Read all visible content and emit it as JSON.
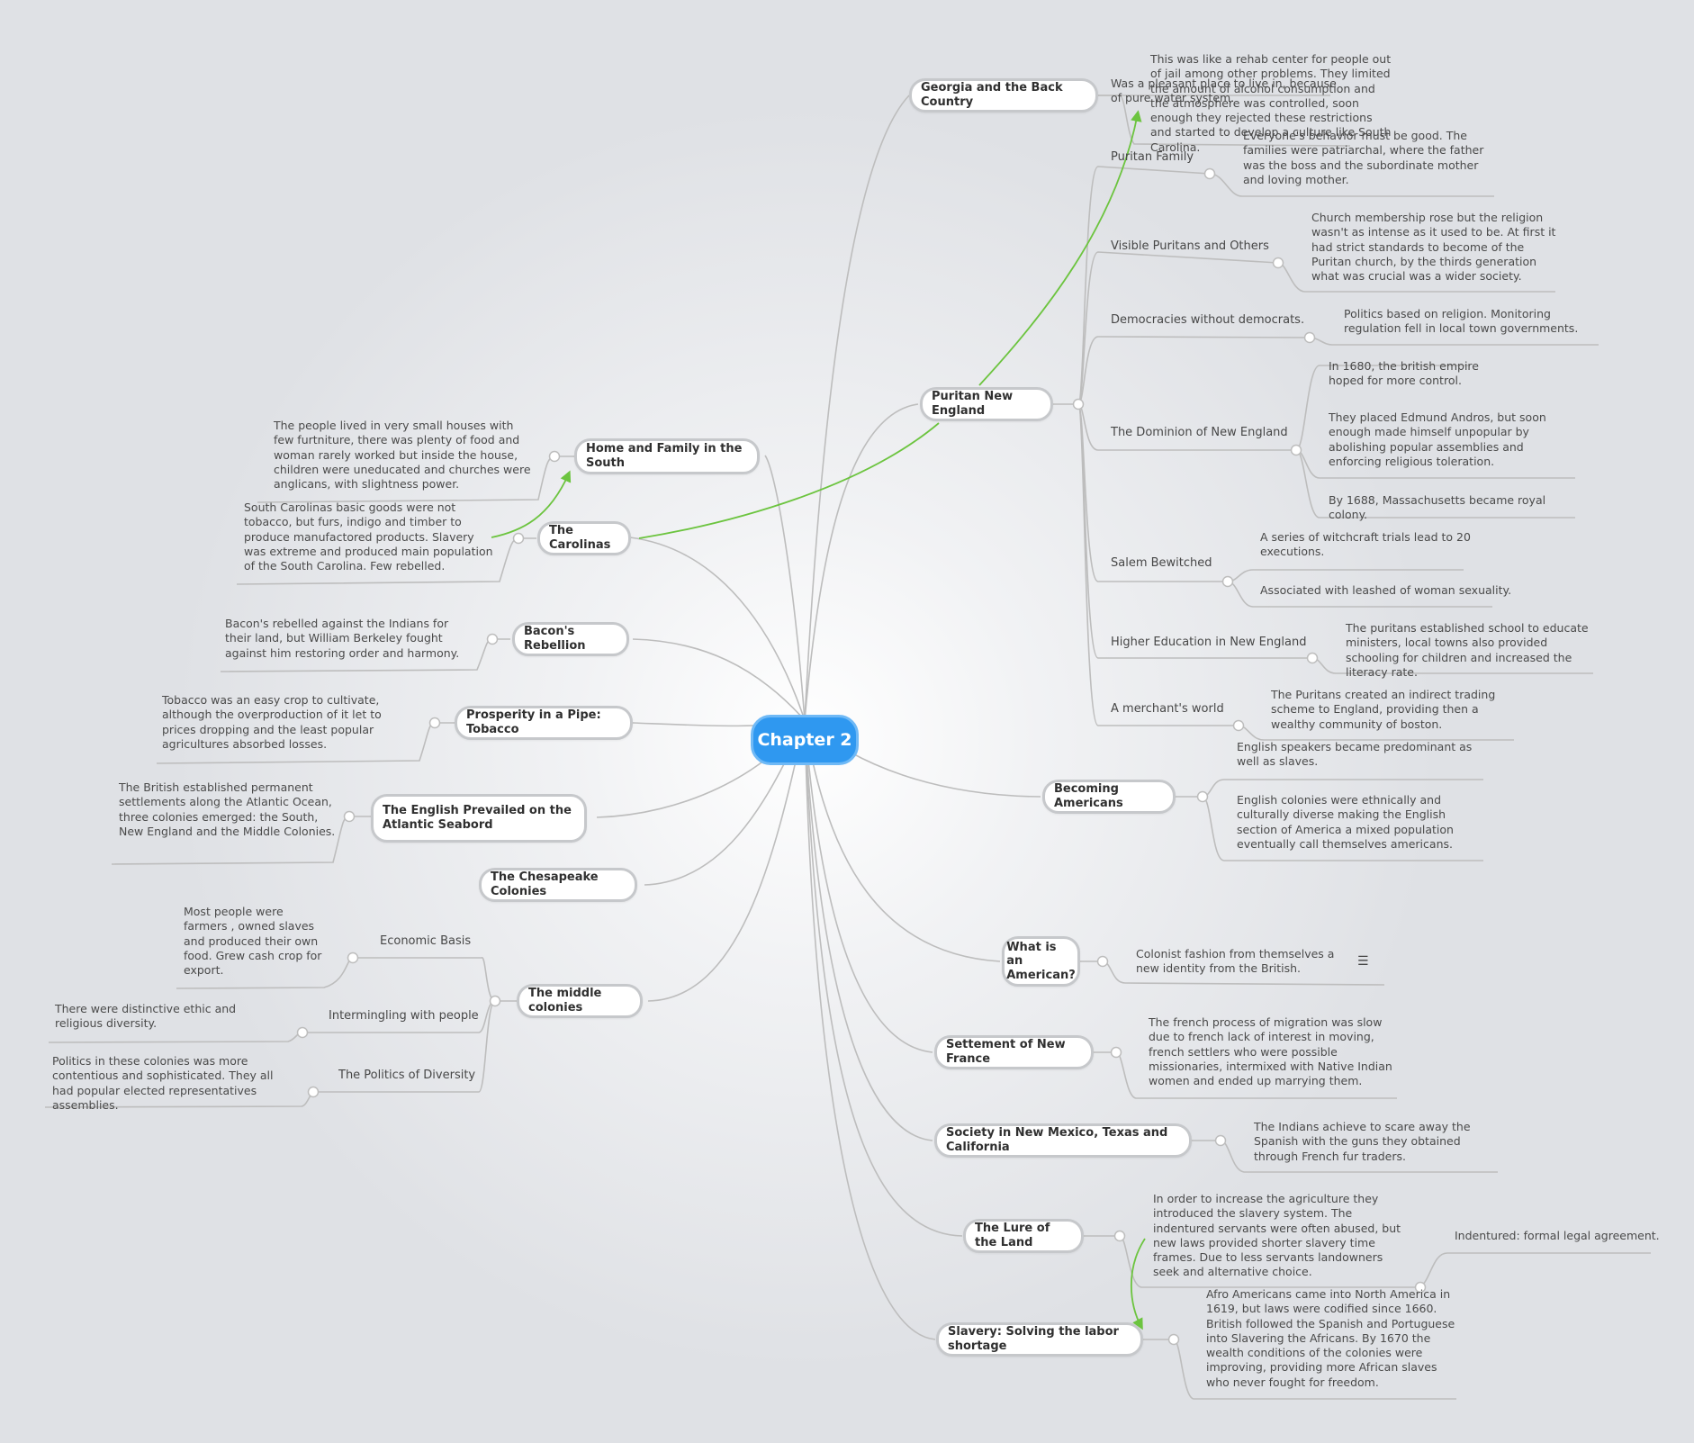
{
  "colors": {
    "central_fill": "#2f98f0",
    "branch_line": "#bdbdbd",
    "relation_arrow": "#6cc43f",
    "topic_border": "#c6c8cb"
  },
  "central": {
    "label": "Chapter 2"
  },
  "left": {
    "home": {
      "label": "Home and Family in the South",
      "note": "The people lived in very small houses with few furtniture, there was plenty of food and woman rarely worked but inside the house, children were uneducated and churches were anglicans, with slightness power."
    },
    "carolinas": {
      "label": "The Carolinas",
      "note": "South Carolinas basic goods were not tobacco, but furs, indigo and timber to produce manufactored products. Slavery was extreme and produced main population of the South Carolina. Few rebelled."
    },
    "bacon": {
      "label": "Bacon's Rebellion",
      "note": "Bacon's rebelled against the Indians for their land, but William Berkeley fought against him restoring order and harmony."
    },
    "tobacco": {
      "label": "Prosperity in a Pipe: Tobacco",
      "note": "Tobacco was an easy crop to cultivate, although the overproduction of it let to prices dropping and the least popular agricultures absorbed losses."
    },
    "english": {
      "label": "The English Prevailed on the Atlantic Seabord",
      "note": "The British established permanent settlements along the Atlantic Ocean, three colonies emerged: the South, New England and the Middle Colonies."
    },
    "chesapeake": {
      "label": "The Chesapeake Colonies"
    },
    "middle": {
      "label": "The middle colonies",
      "economic": {
        "label": "Economic Basis",
        "note": "Most people were farmers , owned slaves and produced their own food. Grew cash crop for export."
      },
      "intermingling": {
        "label": "Intermingling with people",
        "note": "There were distinctive ethic and religious diversity."
      },
      "politics": {
        "label": "The Politics of Diversity",
        "note": "Politics in these colonies was more contentious and sophisticated. They all had popular elected representatives assemblies."
      }
    }
  },
  "right": {
    "georgia": {
      "label": "Georgia and the Back Country",
      "sub": "Was a pleasant place to live in, because of pure water system.",
      "note": "This was like a rehab center for people out of jail among other problems. They limited the amount of alcohol consumption and the atmosphere was controlled, soon enough they rejected these restrictions and started to develop a culture like South Carolina."
    },
    "puritan": {
      "label": "Puritan New England",
      "family": {
        "label": "Puritan Family",
        "note": "Everyone's behavior must be good. The families were patriarchal, where the father was the boss and the subordinate mother and loving mother."
      },
      "visible": {
        "label": "Visible Puritans and Others",
        "note": "Church membership rose but the religion wasn't as intense as it used to be. At first it had strict standards to become of the Puritan church, by the thirds generation what was crucial was a wider society."
      },
      "democracies": {
        "label": "Democracies without democrats.",
        "note": "Politics based on religion. Monitoring regulation fell in local town governments."
      },
      "dominion": {
        "label": "The Dominion of New England",
        "note1": "In 1680, the british empire hoped for more control.",
        "note2": "They placed Edmund Andros, but soon enough made himself unpopular by abolishing popular assemblies and enforcing religious toleration.",
        "note3": "By 1688, Massachusetts became royal colony."
      },
      "salem": {
        "label": "Salem Bewitched",
        "note1": "A series of witchcraft trials lead to 20 executions.",
        "note2": "Associated with leashed of woman sexuality."
      },
      "higher": {
        "label": "Higher Education in New England",
        "note": "The puritans established school to educate ministers, local towns also provided schooling for children and increased the literacy rate."
      },
      "merchant": {
        "label": "A merchant's world",
        "note": "The Puritans created an indirect trading scheme to England, providing then a wealthy community of boston."
      }
    },
    "becoming": {
      "label": "Becoming Americans",
      "note1": "English speakers became predominant as well as slaves.",
      "note2": "English colonies were ethnically and culturally diverse making the English section of America a mixed population eventually call themselves americans."
    },
    "what": {
      "label": "What is an American?",
      "note": "Colonist fashion from themselves a new identity from the British."
    },
    "france": {
      "label": "Settement of New France",
      "note": "The french process of migration was slow due to french lack of interest in moving, french settlers who were possible missionaries, intermixed with Native Indian women and ended up marrying them."
    },
    "mexico": {
      "label": "Society in New Mexico, Texas and California",
      "note": "The Indians achieve to scare away the Spanish with the guns they obtained through French fur traders."
    },
    "lure": {
      "label": "The Lure of the Land",
      "note": "In order to increase the agriculture they introduced the slavery system. The indentured servants were often abused, but new laws provided shorter slavery time frames. Due to less servants landowners seek and alternative choice.",
      "subnote": "Indentured: formal legal agreement."
    },
    "slavery": {
      "label": "Slavery: Solving the labor shortage",
      "note": "Afro Americans came into North America in 1619, but laws were codified since 1660. British followed the Spanish and Portuguese into Slavering the Africans. By 1670 the wealth conditions of the colonies were improving, providing more African slaves who never fought for freedom."
    }
  },
  "icons": {
    "note_icon": "notes-icon"
  }
}
